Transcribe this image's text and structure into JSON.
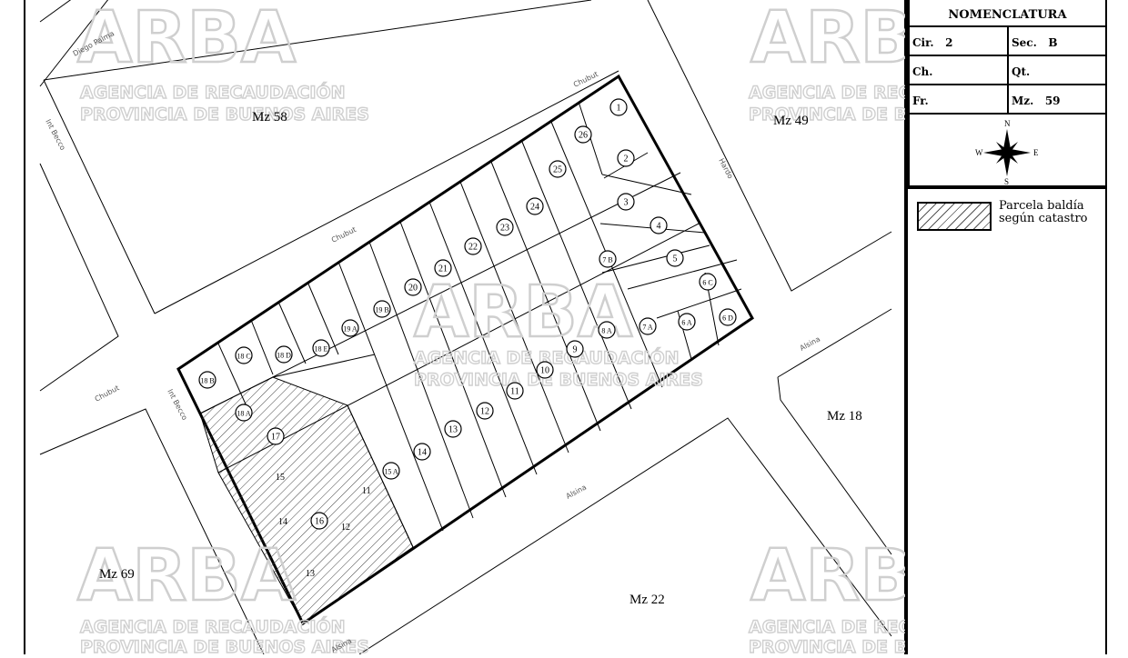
{
  "app": {
    "name": "ARBA"
  },
  "watermark": {
    "brand": "ARBA",
    "line1": "AGENCIA DE RECAUDACIÓN",
    "line2": "PROVINCIA DE BUENOS AIRES"
  },
  "streets": {
    "diego_palma": "Diego Palma",
    "int_becco_top": "Int Becco",
    "chubut_top": "Chubut",
    "chubut_mid": "Chubut",
    "hardo": "Hardo",
    "alsina_right": "Alsina",
    "chubut_left": "Chubut",
    "int_becco_left": "Int Becco",
    "alsina_bottom": "Alsina",
    "alsina_lower": "Alsina"
  },
  "blocks": {
    "mz58": "Mz 58",
    "mz49": "Mz 49",
    "mz18": "Mz 18",
    "mz69": "Mz 69",
    "mz22": "Mz 22"
  },
  "parcels": {
    "circled": [
      "1",
      "26",
      "2",
      "25",
      "3",
      "24",
      "4",
      "23",
      "22",
      "7 B",
      "5",
      "21",
      "20",
      "6 C",
      "19 B",
      "19 A",
      "6 D",
      "6 A",
      "7 A",
      "8 A",
      "18 E",
      "18 D",
      "18 C",
      "9",
      "18 B",
      "10",
      "11",
      "12",
      "13",
      "18 A",
      "14",
      "17",
      "15 A",
      "16"
    ],
    "plain": [
      "15",
      "11",
      "14",
      "12",
      "13"
    ]
  },
  "nomenclatura": {
    "title": "NOMENCLATURA",
    "cir_label": "Cir.",
    "cir_value": "2",
    "sec_label": "Sec.",
    "sec_value": "B",
    "ch_label": "Ch.",
    "qt_label": "Qt.",
    "fr_label": "Fr.",
    "mz_label": "Mz.",
    "mz_value": "59"
  },
  "compass": {
    "n": "N",
    "s": "S",
    "e": "E",
    "w": "W"
  },
  "legend": {
    "line1": "Parcela baldía",
    "line2": "según catastro"
  }
}
